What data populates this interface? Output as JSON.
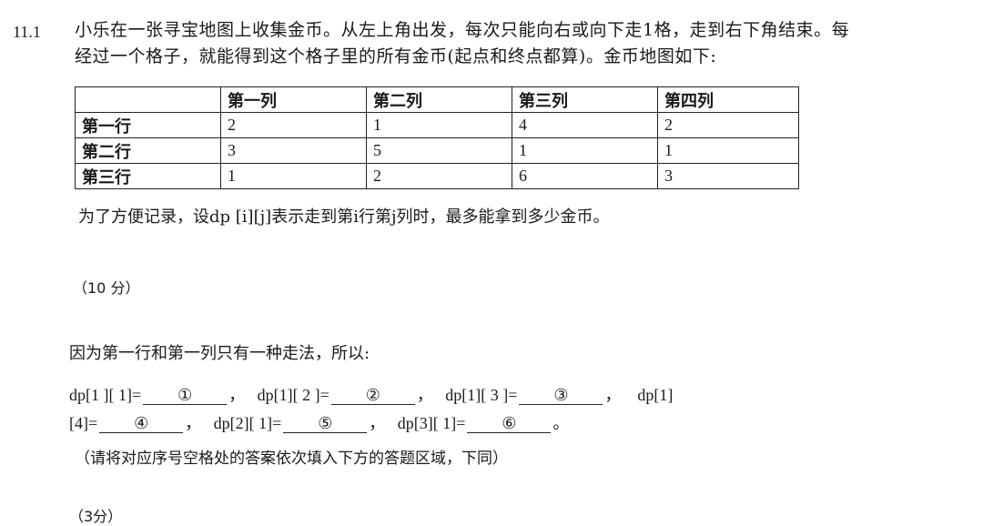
{
  "question": {
    "number": "11.1",
    "stem_line1": "小乐在一张寻宝地图上收集金币。从左上角出发，每次只能向右或向下走1格，走到右下角结束。每",
    "stem_line2": "经过一个格子，就能得到这个格子里的所有金币(起点和终点都算)。金币地图如下:"
  },
  "table": {
    "corner": "",
    "headers": [
      "第一列",
      "第二列",
      "第三列",
      "第四列"
    ],
    "rows": [
      {
        "label": "第一行",
        "cells": [
          "2",
          "1",
          "4",
          "2"
        ]
      },
      {
        "label": "第二行",
        "cells": [
          "3",
          "5",
          "1",
          "1"
        ]
      },
      {
        "label": "第三行",
        "cells": [
          "1",
          "2",
          "6",
          "3"
        ]
      }
    ]
  },
  "note": "为了方便记录，设dp [i][j]表示走到第i行第j列时，最多能拿到多少金币。",
  "score1": "（10 分）",
  "intro": "因为第一行和第一列只有一种走法，所以:",
  "blanks": {
    "b1_label": "dp[1 ][ 1]=",
    "b1": "①",
    "b2_label": "dp[1][ 2 ]=",
    "b2": "②",
    "b3_label": "dp[1][ 3 ]=",
    "b3": "③",
    "b4_label_a": "dp[1]",
    "b4_label_b": "[4]=",
    "b4": "④",
    "b5_label": "dp[2][ 1]=",
    "b5": "⑤",
    "b6_label": "dp[3][ 1]=",
    "b6": "⑥",
    "sep": "，",
    "end": "。"
  },
  "hint": "（请将对应序号空格处的答案依次填入下方的答题区域，下同）",
  "score2": "（3分）"
}
